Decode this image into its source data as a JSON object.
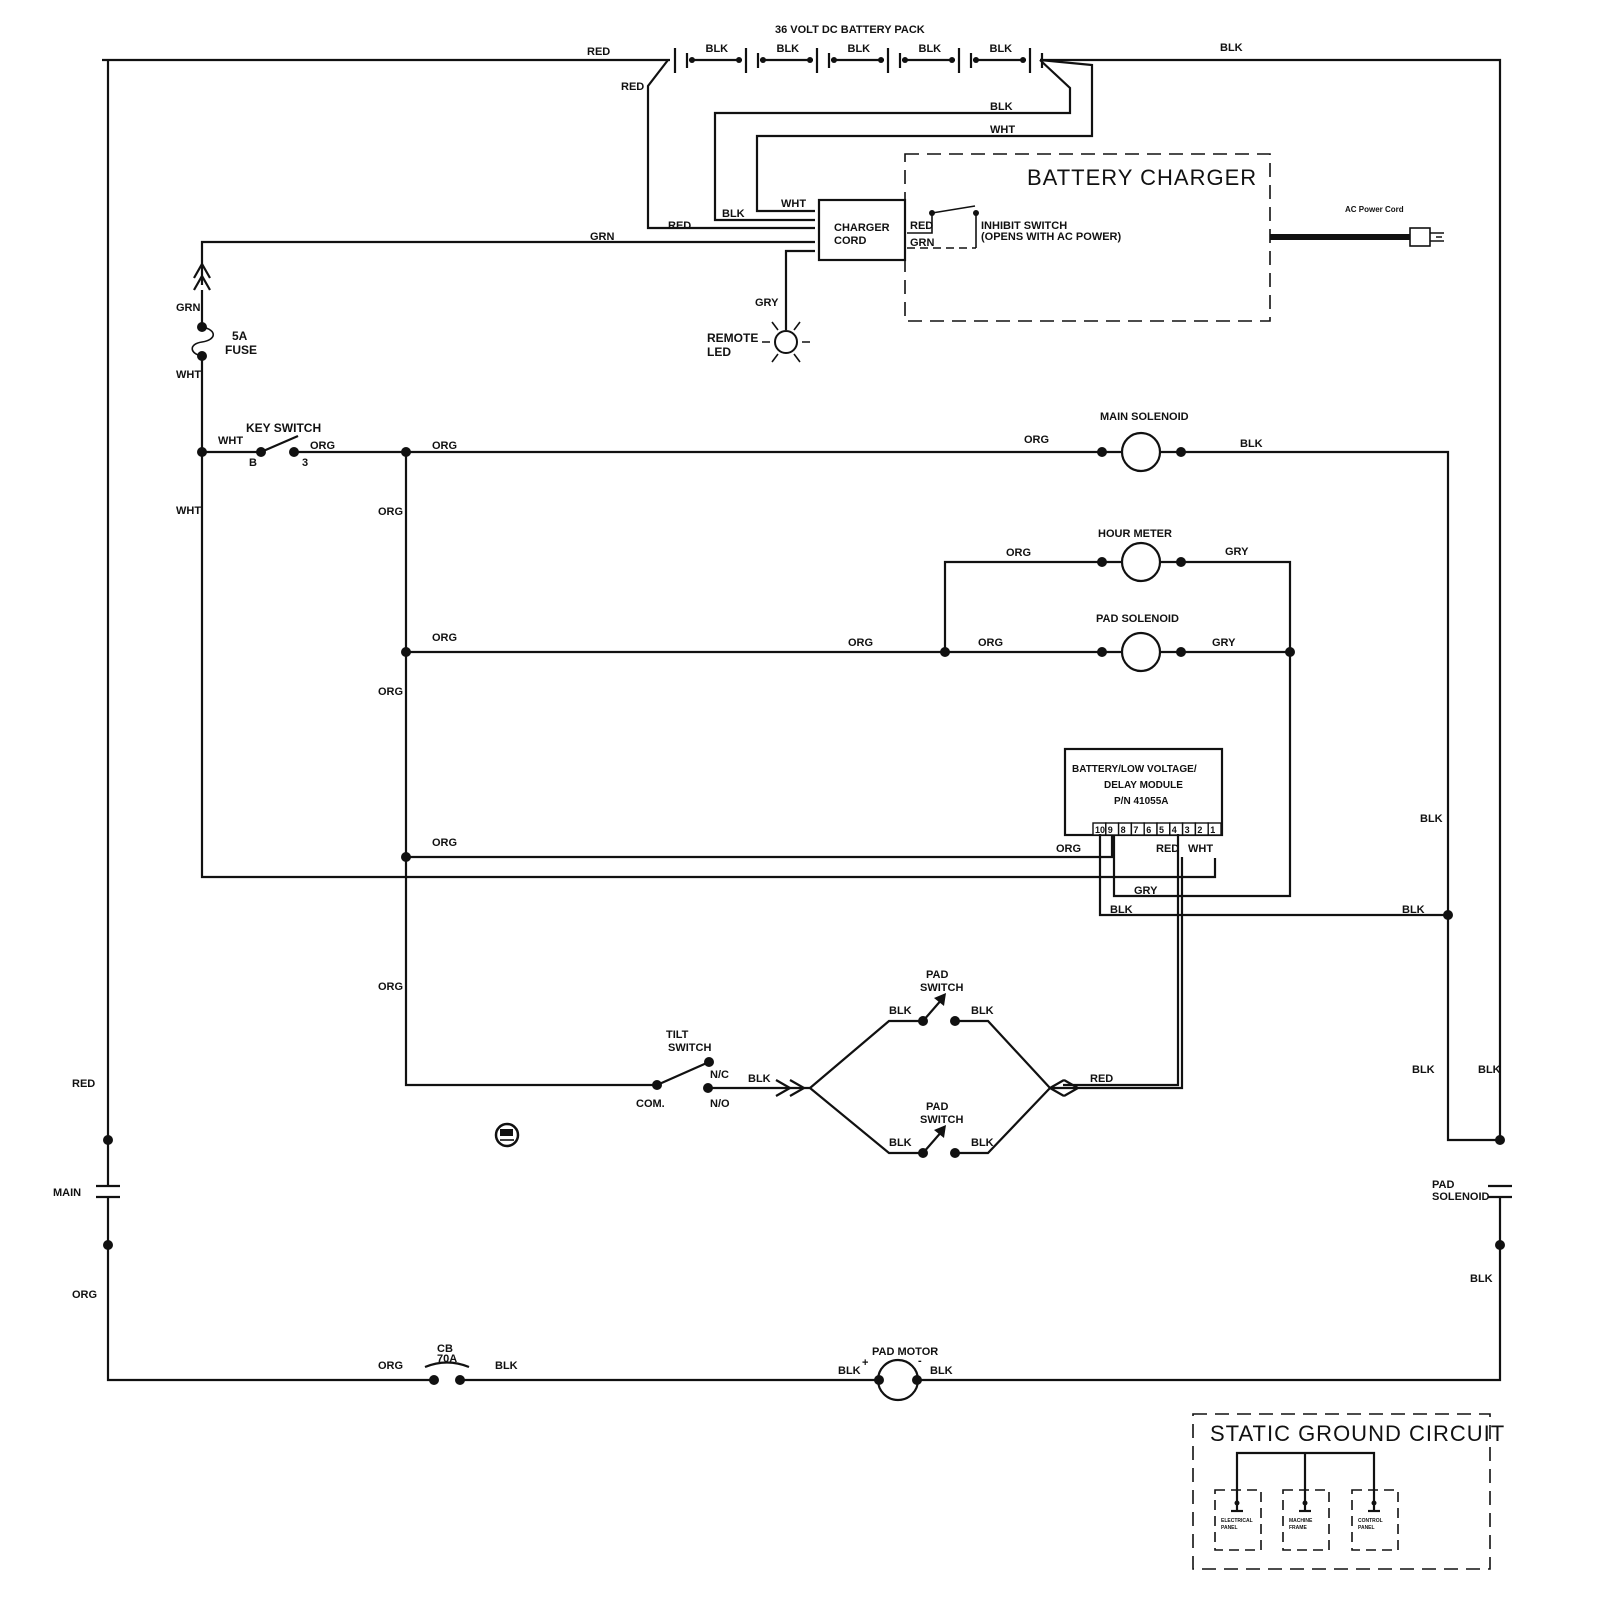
{
  "diagram": {
    "type": "wiring-schematic",
    "battery_pack": {
      "title": "36 VOLT DC BATTERY PACK",
      "cells": 6,
      "interconnect_labels": [
        "BLK",
        "BLK",
        "BLK",
        "BLK",
        "BLK"
      ],
      "positive_label": "RED",
      "positive_branch_label": "RED",
      "negative_label": "BLK"
    },
    "charger": {
      "title": "BATTERY CHARGER",
      "cord_label_line1": "CHARGER",
      "cord_label_line2": "CORD",
      "wire_labels": {
        "blk_upper": "BLK",
        "wht_upper": "WHT",
        "wht": "WHT",
        "blk": "BLK",
        "red": "RED",
        "grn": "GRN",
        "gry": "GRY"
      },
      "inhibit_red": "RED",
      "inhibit_grn": "GRN",
      "inhibit_line1": "INHIBIT SWITCH",
      "inhibit_line2": "(OPENS WITH AC POWER)",
      "ac_cord_label": "AC Power Cord"
    },
    "remote_led": {
      "line1": "REMOTE",
      "line2": "LED"
    },
    "fuse": {
      "line1": "5A",
      "line2": "FUSE",
      "top_wire": "GRN",
      "bottom_wire": "WHT"
    },
    "key_switch": {
      "label": "KEY SWITCH",
      "terminal_b": "B",
      "terminal_3": "3",
      "in_wire": "WHT",
      "out_wire": "ORG"
    },
    "wires": {
      "wht_left": "WHT",
      "org_bus_top": "ORG",
      "org_vertical_1": "ORG",
      "org_vertical_2": "ORG",
      "org_vertical_3": "ORG",
      "org_row2": "ORG",
      "org_row2_mid": "ORG",
      "org_row3": "ORG",
      "blk_right_vertical": "BLK",
      "red_left": "RED",
      "org_left_lower": "ORG",
      "blk_right_lower": "BLK"
    },
    "main_solenoid": {
      "label": "MAIN SOLENOID",
      "in_wire": "ORG",
      "out_wire": "BLK"
    },
    "hour_meter": {
      "label": "HOUR METER",
      "in_wire": "ORG",
      "out_wire": "GRY"
    },
    "pad_solenoid": {
      "label": "PAD SOLENOID",
      "in_wire": "ORG",
      "out_wire": "GRY"
    },
    "module": {
      "line1": "BATTERY/LOW VOLTAGE/",
      "line2": "DELAY MODULE",
      "line3": "P/N 41055A",
      "pins": [
        "10",
        "9",
        "8",
        "7",
        "6",
        "5",
        "4",
        "3",
        "2",
        "1"
      ],
      "wire_labels": {
        "org": "ORG",
        "red": "RED",
        "wht": "WHT",
        "gry": "GRY",
        "blk": "BLK",
        "blk_right": "BLK"
      }
    },
    "tilt_switch": {
      "line1": "TILT",
      "line2": "SWITCH",
      "com": "COM.",
      "nc": "N/C",
      "no": "N/O",
      "out_wire": "BLK"
    },
    "pad_switches": [
      {
        "line1": "PAD",
        "line2": "SWITCH",
        "left_wire": "BLK",
        "right_wire": "BLK"
      },
      {
        "line1": "PAD",
        "line2": "SWITCH",
        "left_wire": "BLK",
        "right_wire": "BLK"
      }
    ],
    "pad_switch_out_wire": "RED",
    "main_contact": {
      "label": "MAIN"
    },
    "pad_solenoid_contact": {
      "line1": "PAD",
      "line2": "SOLENOID",
      "wire_left": "BLK",
      "wire_right": "BLK"
    },
    "circuit_breaker": {
      "line1": "CB",
      "line2": "70A",
      "in_wire": "ORG",
      "out_wire": "BLK"
    },
    "pad_motor": {
      "label": "PAD MOTOR",
      "plus": "+",
      "minus": "-",
      "in_wire": "BLK",
      "out_wire": "BLK"
    },
    "static_ground": {
      "title": "STATIC GROUND CIRCUIT",
      "panels": [
        {
          "line1": "ELECTRICAL",
          "line2": "PANEL"
        },
        {
          "line1": "MACHINE",
          "line2": "FRAME"
        },
        {
          "line1": "CONTROL",
          "line2": "PANEL"
        }
      ]
    }
  }
}
